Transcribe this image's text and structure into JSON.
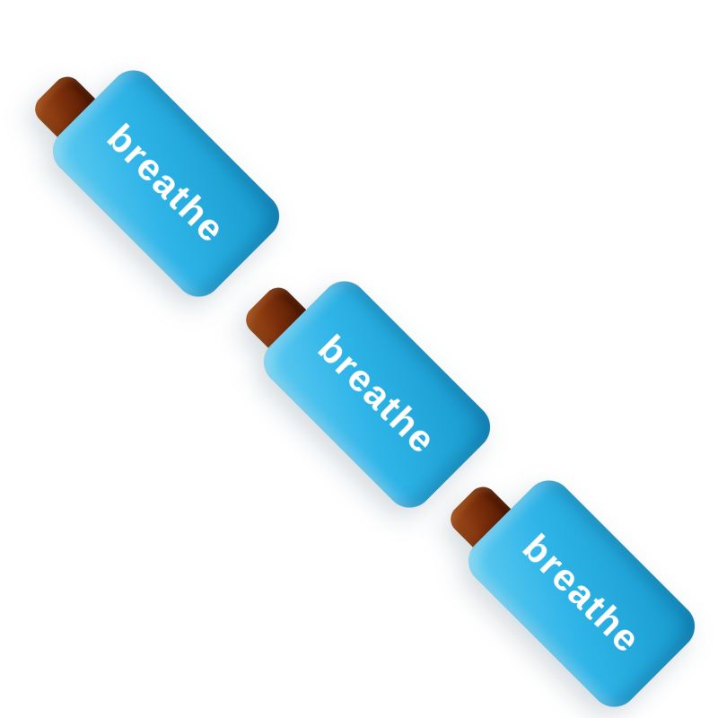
{
  "products": [
    {
      "label": "breathe"
    },
    {
      "label": "breathe"
    },
    {
      "label": "breathe"
    }
  ],
  "colors": {
    "background": "#ffffff",
    "body_base": "#2fb4e8",
    "body_highlight": "#62cdf2",
    "body_shadow": "#1490c6",
    "mouthpiece_base": "#7d300b",
    "mouthpiece_dark": "#4a1603",
    "mouthpiece_light": "#a85420",
    "label_text": "#ffffff"
  }
}
